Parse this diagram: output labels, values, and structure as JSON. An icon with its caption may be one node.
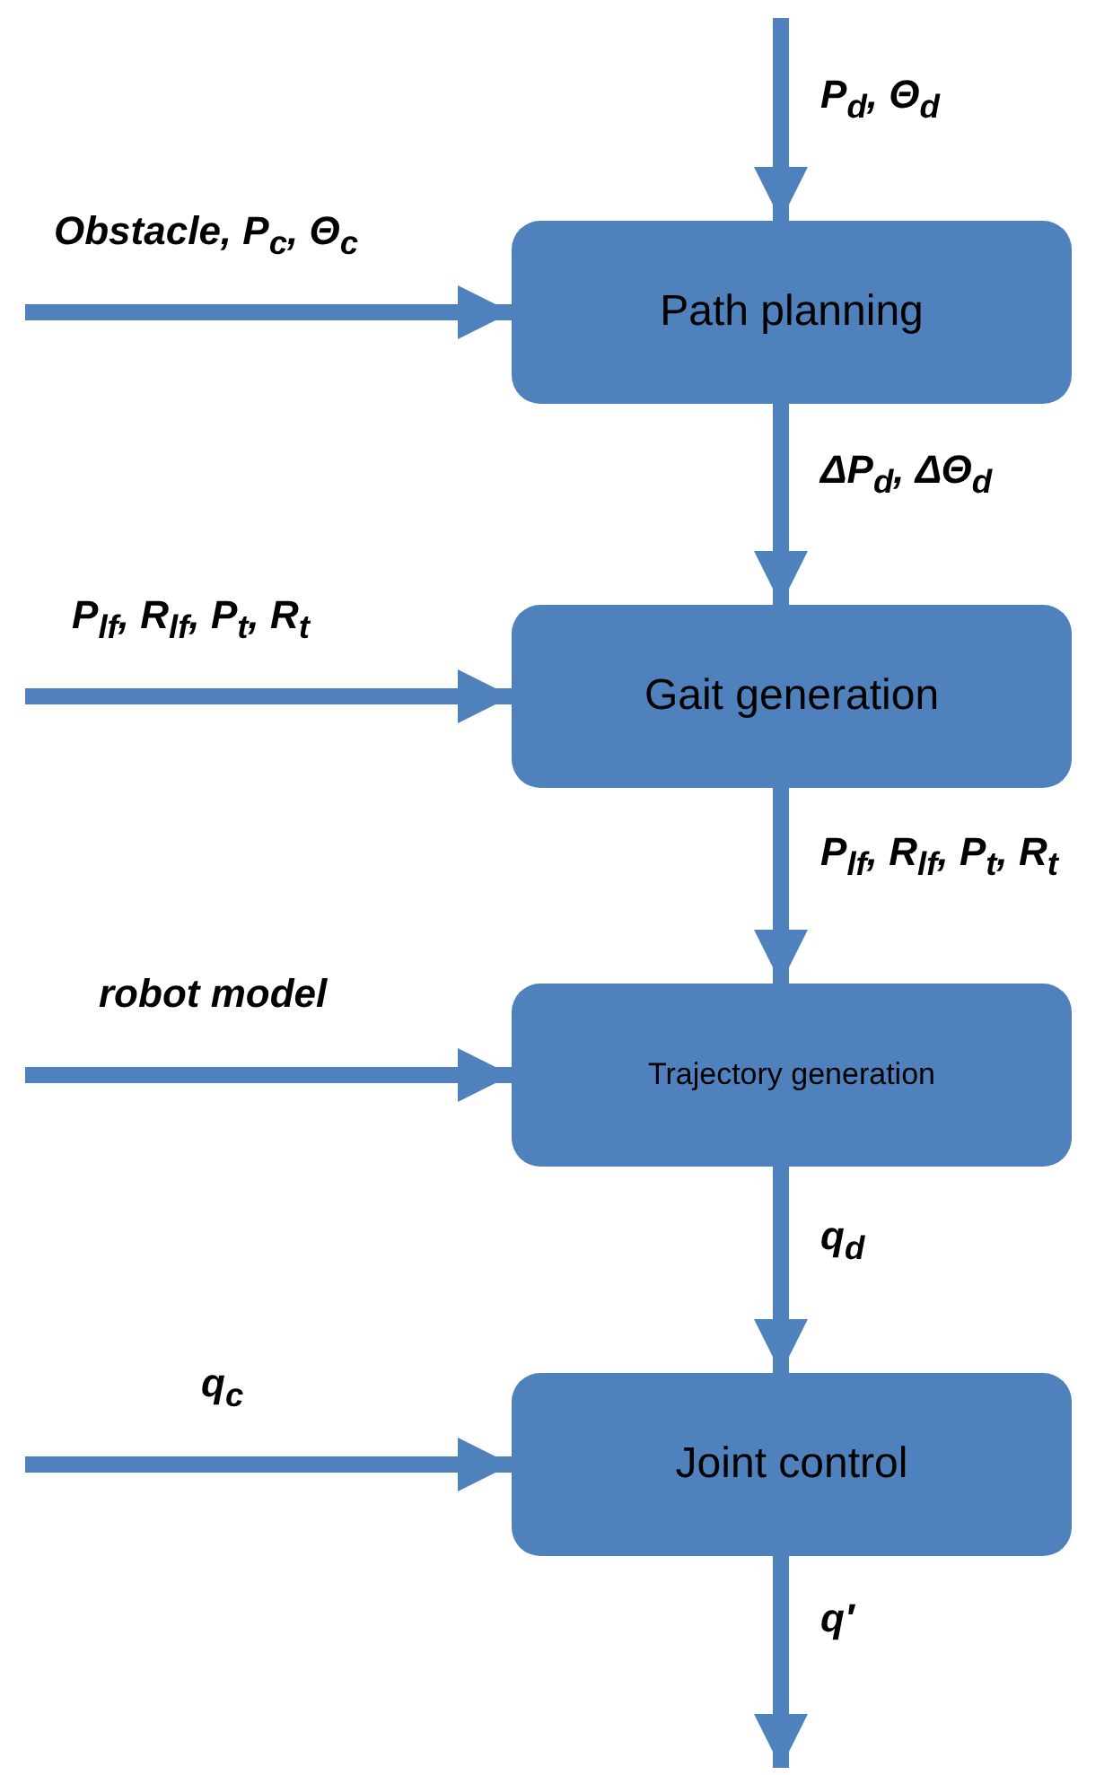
{
  "diagram": {
    "nodes": [
      {
        "text": [
          "Path planning"
        ]
      },
      {
        "text": [
          "Gait generation"
        ]
      },
      {
        "text": [
          "Trajectory generation"
        ]
      },
      {
        "text": [
          "Joint control"
        ]
      }
    ],
    "edges": [
      {
        "from": null,
        "to": 0,
        "arrow": "to",
        "label": "P$_{d}$, Θ$_{d}$"
      },
      {
        "from": null,
        "to": 0,
        "arrow": "to",
        "label": "Obstacle, P$_{c}$, Θ$_{c}$"
      },
      {
        "from": 0,
        "to": 1,
        "arrow": "to",
        "label": "ΔP$_{d}$, ΔΘ$_{d}$"
      },
      {
        "from": null,
        "to": 1,
        "arrow": "to",
        "label": "P$_{lf}$, R$_{lf}$, P$_{t}$, R$_{t}$"
      },
      {
        "from": 1,
        "to": 2,
        "arrow": "to",
        "label": "P$_{lf}$, R$_{lf}$, P$_{t}$, R$_{t}$"
      },
      {
        "from": null,
        "to": 2,
        "arrow": "to",
        "label": "robot model"
      },
      {
        "from": 2,
        "to": 3,
        "arrow": "to",
        "label": "q$_{d}$"
      },
      {
        "from": null,
        "to": 3,
        "arrow": "to",
        "label": "q$_{c}$"
      },
      {
        "from": 3,
        "to": null,
        "arrow": "to",
        "label": "q′"
      }
    ]
  }
}
